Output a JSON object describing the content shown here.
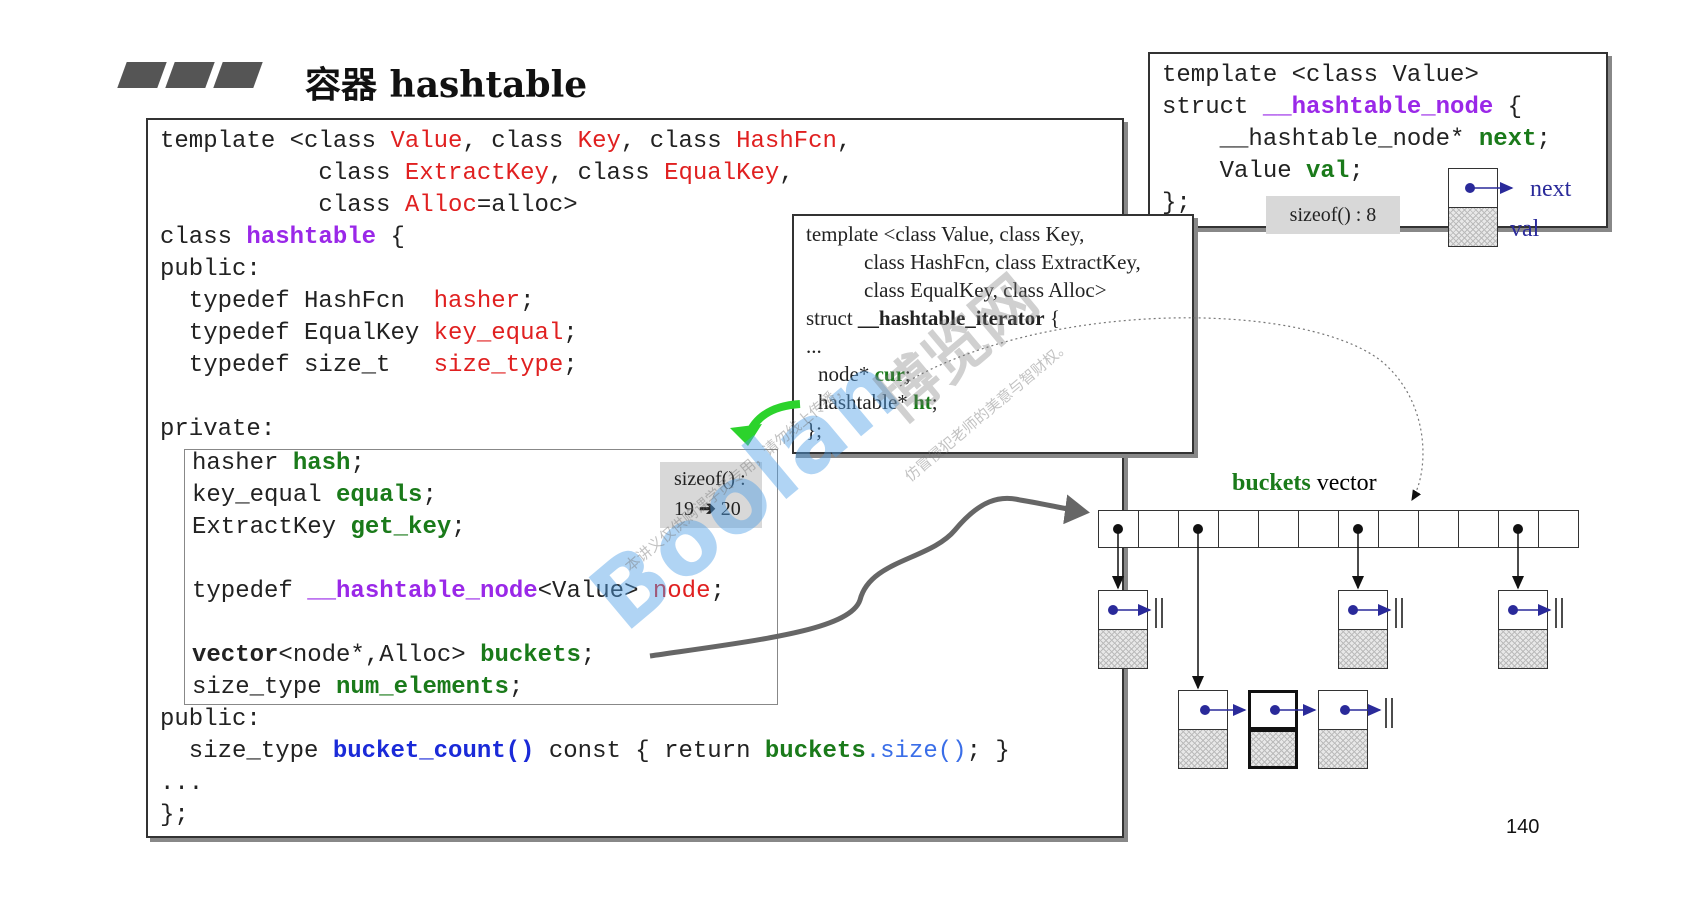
{
  "title": "容器 hashtable",
  "page_number": "140",
  "main_code": {
    "l1": [
      "template <class ",
      "Value",
      ", class ",
      "Key",
      ", class ",
      "HashFcn",
      ","
    ],
    "l2": [
      "           class ",
      "ExtractKey",
      ", class ",
      "EqualKey",
      ","
    ],
    "l3": [
      "           class ",
      "Alloc",
      "=alloc>"
    ],
    "l4": [
      "class ",
      "hashtable",
      " {"
    ],
    "l5": "public:",
    "l6": [
      "  typedef HashFcn  ",
      "hasher",
      ";"
    ],
    "l7": [
      "  typedef EqualKey ",
      "key_equal",
      ";"
    ],
    "l8": [
      "  typedef size_t   ",
      "size_type",
      ";"
    ],
    "l9": "private:",
    "l10": [
      "hasher ",
      "hash",
      ";"
    ],
    "l11": [
      "key_equal ",
      "equals",
      ";"
    ],
    "l12": [
      "ExtractKey ",
      "get_key",
      ";"
    ],
    "l13": [
      "typedef ",
      "__hashtable_node",
      "<Value> ",
      "node",
      ";"
    ],
    "l14": [
      "vector",
      "<node*,Alloc> ",
      "buckets",
      ";"
    ],
    "l15": [
      "size_type ",
      "num_elements",
      ";"
    ],
    "l16": "public:",
    "l17": [
      "  size_type ",
      "bucket_count()",
      " const { return ",
      "buckets",
      ".size()",
      "; }"
    ],
    "l18": "...",
    "l19": "};"
  },
  "sizeof_main": {
    "label": "sizeof() :",
    "from": "19",
    "arrow": "➔",
    "to": "20"
  },
  "node_code": {
    "l1": "template <class Value>",
    "l2": [
      "struct ",
      "__hashtable_node",
      " {"
    ],
    "l3": [
      "    __hashtable_node* ",
      "next",
      ";"
    ],
    "l4": [
      "    Value ",
      "val",
      ";"
    ],
    "l5": "};",
    "sizeof": "sizeof() : 8",
    "next_label": "next",
    "val_label": "val"
  },
  "iter_code": {
    "l1": "template <class Value, class Key,",
    "l2": "class HashFcn, class ExtractKey,",
    "l3": "class EqualKey, class Alloc>",
    "l4": [
      "struct ",
      "__hashtable_iterator",
      " {"
    ],
    "l5": "...",
    "l6": [
      "node* ",
      "cur",
      ";"
    ],
    "l7": [
      "hashtable* ",
      "ht",
      ";"
    ],
    "l8": "};"
  },
  "diagram": {
    "buckets_label": "buckets",
    "vector_label": "vector"
  },
  "watermark": {
    "big": "Boolan",
    "cn": "博览网",
    "small1": "本讲义仅供购课学员专用，请勿线上传播，",
    "small2": "仿冒侵犯老师的美意与智财权。"
  },
  "colors": {
    "red": "#e02020",
    "purple": "#9a28e8",
    "green": "#1a7a1a",
    "blue": "#1a2ad8",
    "navy": "#2a2a9a"
  }
}
